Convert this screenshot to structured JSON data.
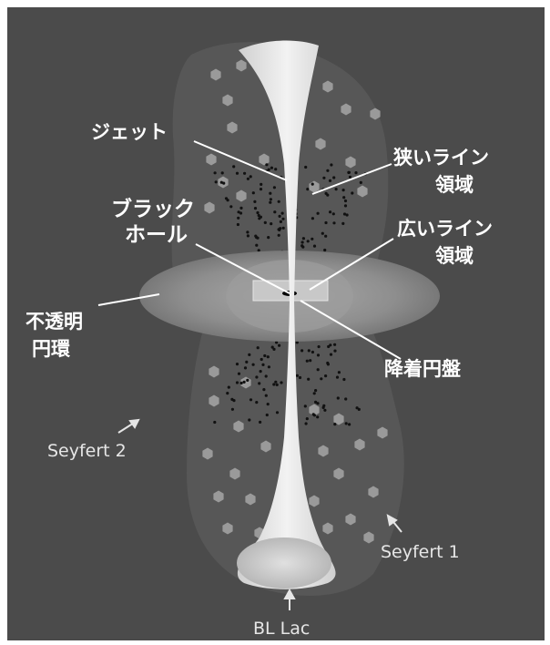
{
  "labels": {
    "jet": "ジェット",
    "narrow_line_1": "狭いライン",
    "narrow_line_2": "領域",
    "black_hole_1": "ブラック",
    "black_hole_2": "ホール",
    "broad_line_1": "広いライン",
    "broad_line_2": "領域",
    "torus_1": "不透明",
    "torus_2": "円環",
    "accretion_disk": "降着円盤",
    "seyfert2": "Seyfert 2",
    "seyfert1": "Seyfert 1",
    "bllac": "BL Lac"
  },
  "colors": {
    "background": "#4b4b4b",
    "cloud": "#5a5a5a",
    "jet": "#dcdcdc",
    "torus": "#8a8a8a",
    "hex_cloud": "#9a9a9a",
    "dot": "#111111",
    "text": "#ffffff"
  }
}
